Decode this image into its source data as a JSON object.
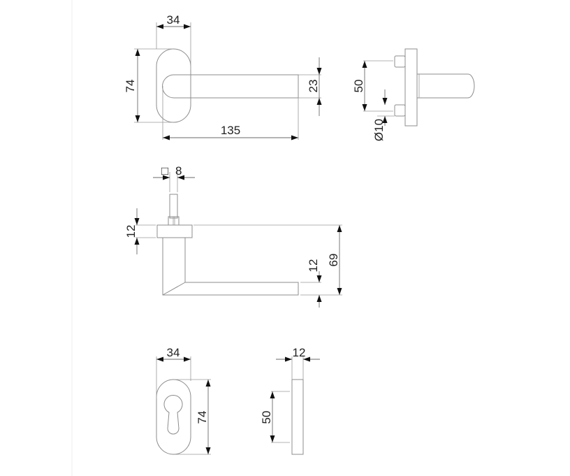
{
  "views": {
    "top_handle": {
      "width": "34",
      "height": "74",
      "length": "135",
      "grip": "23"
    },
    "side_spindle": {
      "pin_spacing": "50",
      "pin_diameter": "Ø10"
    },
    "front_handle": {
      "spindle_square_symbol": "□",
      "spindle_square": "8",
      "rose_thickness": "12",
      "grip_thickness": "12",
      "projection": "69"
    },
    "escutcheon_front": {
      "width": "34",
      "height": "74"
    },
    "escutcheon_side": {
      "thickness": "12",
      "pin_spacing": "50"
    }
  }
}
